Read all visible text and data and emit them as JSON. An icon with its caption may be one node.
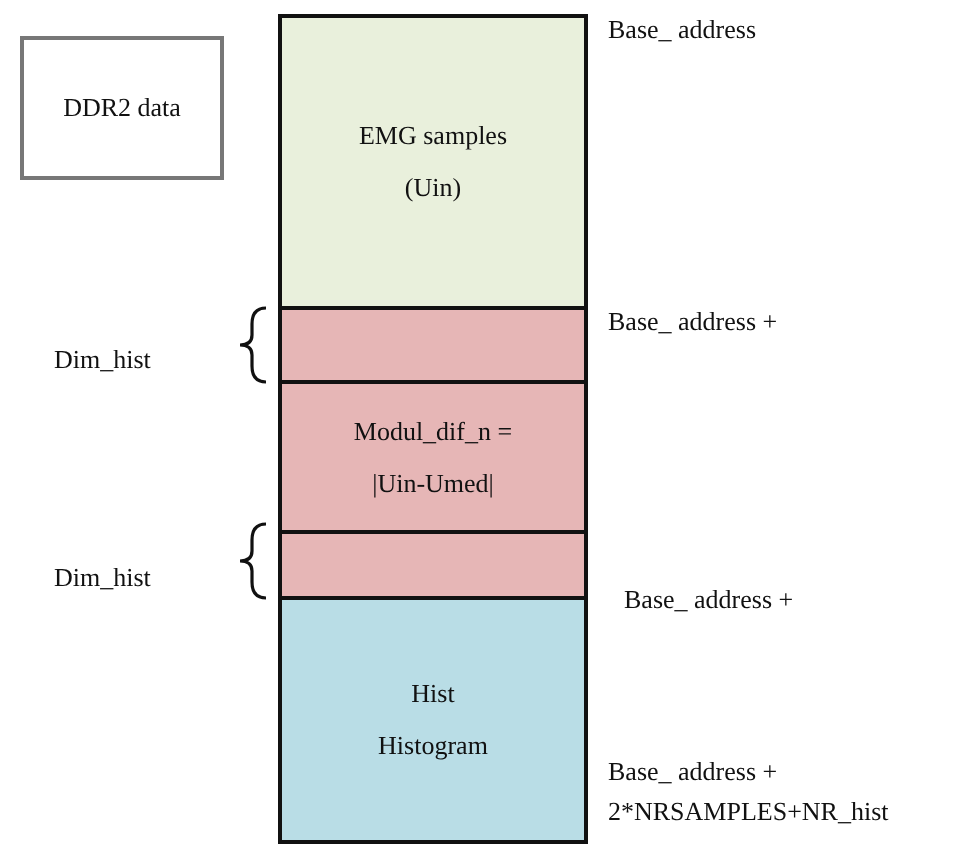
{
  "diagram": {
    "nodes": [
      {
        "text": [
          "DDR2 data"
        ]
      },
      {
        "text": [
          "EMG samples",
          "(Uin)"
        ]
      },
      {
        "text": [],
        "shape": "box"
      },
      {
        "text": [
          "Modul_dif_n =",
          "|Uin-Umed|"
        ]
      },
      {
        "text": [],
        "shape": "box"
      },
      {
        "text": [
          "Hist",
          "Histogram"
        ]
      }
    ],
    "labels": [
      "Base_ address",
      "Base_ address +",
      "Dim_hist",
      "Dim_hist",
      "Base_ address +",
      "Base_ address + 2*NRSAMPLES+NR_hist"
    ]
  }
}
